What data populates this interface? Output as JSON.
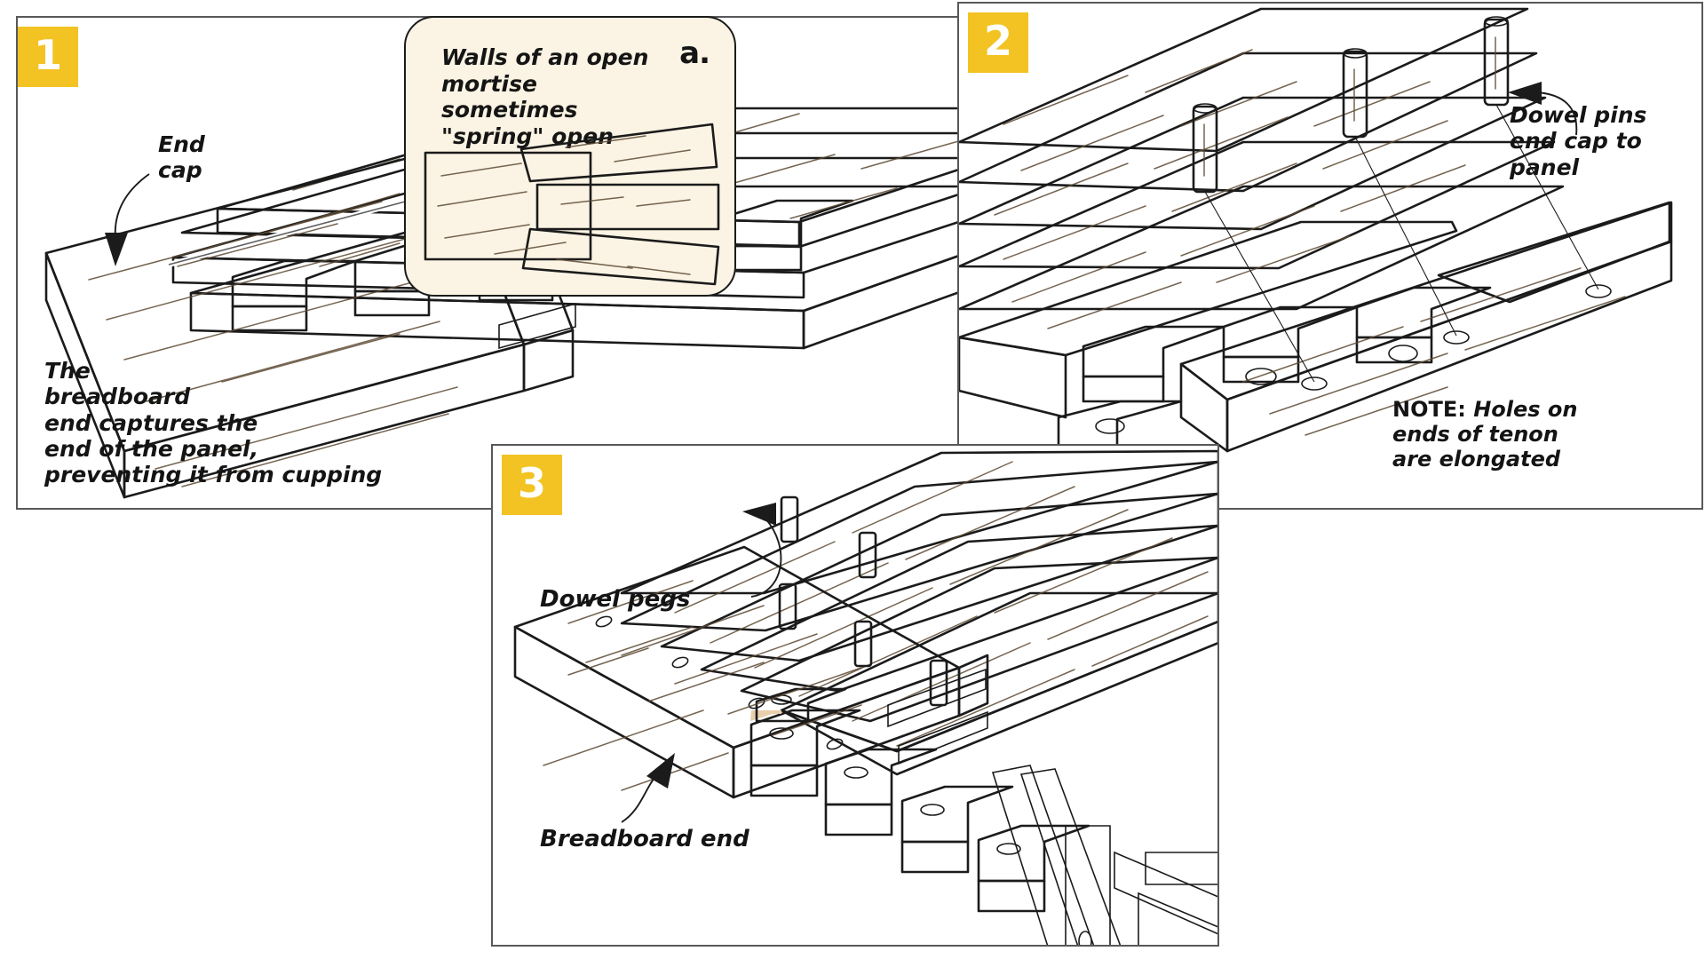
{
  "document": {
    "type": "woodworking-assembly-illustration",
    "title": "Breadboard end assembly",
    "background_color": "#ffffff",
    "frame_color": "#58585a"
  },
  "palette": {
    "badge_yellow": "#f2c323",
    "badge_number_color": "#ffffff",
    "wood_light": "#eed7ba",
    "wood_mid": "#e3c49e",
    "wood_dark": "#d6b489",
    "wood_edge": "#c9a679",
    "ink": "#1b1b1b",
    "callout_fill": "#fbf3e3",
    "leg_fill": "#f2ede2"
  },
  "panels": [
    {
      "id": "panel-1",
      "badge": "1",
      "labels": [
        {
          "name": "end-cap",
          "text": "End\ncap"
        },
        {
          "name": "breadboard-caption",
          "text": "The\nbreadboard\nend captures the\nend of the panel,\npreventing it from cupping"
        }
      ]
    },
    {
      "id": "panel-2",
      "badge": "2",
      "labels": [
        {
          "name": "dowel-pins",
          "text": "Dowel pins\nend cap to\npanel"
        },
        {
          "name": "note",
          "prefix": "NOTE:",
          "text": " Holes on\nends of tenon\nare elongated"
        }
      ]
    },
    {
      "id": "panel-3",
      "badge": "3",
      "labels": [
        {
          "name": "dowel-pegs",
          "text": "Dowel pegs"
        },
        {
          "name": "breadboard-end",
          "text": "Breadboard end"
        }
      ]
    }
  ],
  "callout": {
    "letter": "a.",
    "text": "Walls of an open\nmortise sometimes\n\"spring\" open"
  }
}
